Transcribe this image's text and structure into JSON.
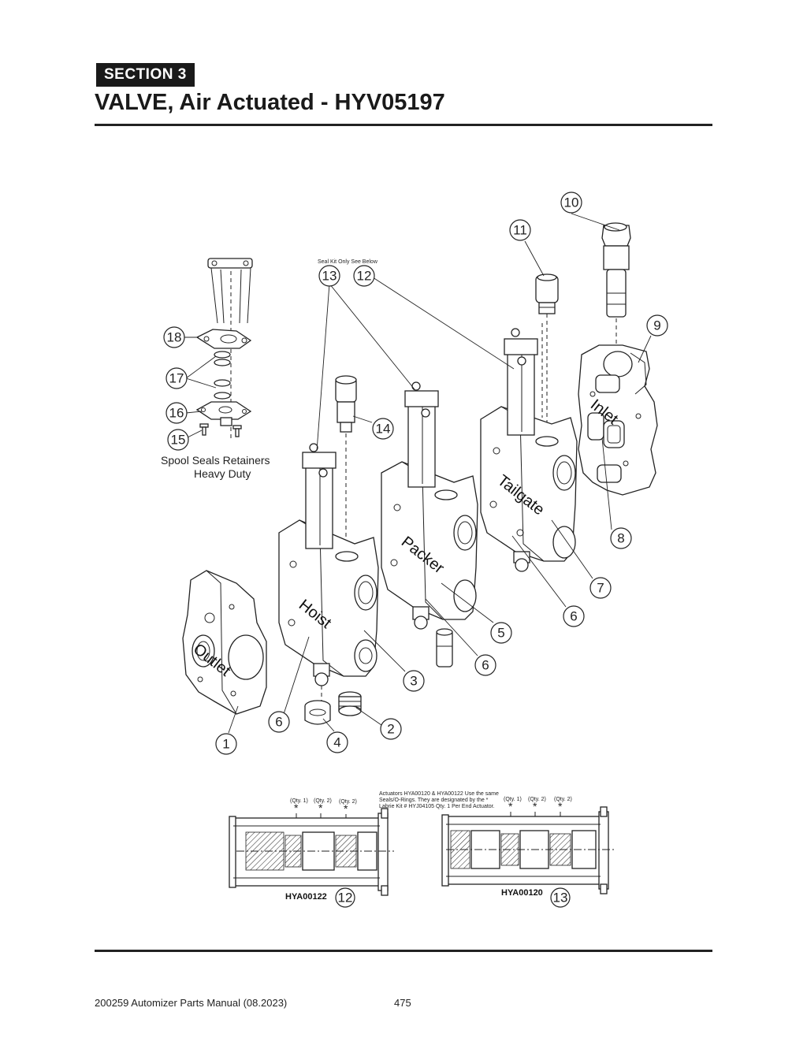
{
  "header": {
    "section_label": "SECTION  3",
    "title": "VALVE, Air Actuated - HYV05197"
  },
  "diagram": {
    "callouts": [
      "1",
      "2",
      "3",
      "4",
      "5",
      "6",
      "7",
      "8",
      "9",
      "10",
      "11",
      "12",
      "13",
      "14",
      "15",
      "16",
      "17",
      "18"
    ],
    "body_labels": {
      "outlet": "Outlet",
      "hoist": "Hoist",
      "packer": "Packer",
      "tailgate": "Tailgate",
      "inlet": "Inlet"
    },
    "seal_kit_note": "Seal Kit Only See Below",
    "spool_seals_note_line1": "Spool Seals Retainers",
    "spool_seals_note_line2": "Heavy Duty"
  },
  "actuators": {
    "note_line1": "Actuators HYA00120 & HYA00122 Use the same",
    "note_line2": "Seals/O-Rings. They are designated by the *",
    "note_line3": "Labrie Kit #  HYJ04105 Qty. 1 Per End Actuator.",
    "left": {
      "part_number": "HYA00122",
      "callout": "12",
      "qty1": "(Qty. 1)",
      "qty2a": "(Qty. 2)",
      "qty2b": "(Qty. 2)"
    },
    "right": {
      "part_number": "HYA00120",
      "callout": "13",
      "qty1": "(Qty. 1)",
      "qty2a": "(Qty. 2)",
      "qty2b": "(Qty. 2)"
    },
    "star": "*"
  },
  "footer": {
    "manual": "200259 Automizer Parts Manual (08.2023)",
    "page_number": "475"
  }
}
